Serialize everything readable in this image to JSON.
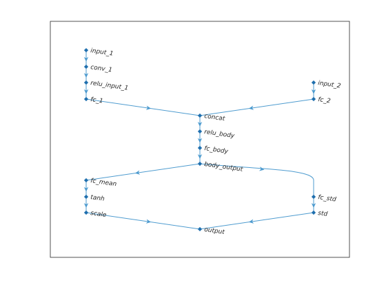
{
  "graph": {
    "nodes": [
      {
        "id": "input_1",
        "label": "input_1"
      },
      {
        "id": "conv_1",
        "label": "conv_1"
      },
      {
        "id": "relu_input_1",
        "label": "relu_input_1"
      },
      {
        "id": "fc_1",
        "label": "fc_1"
      },
      {
        "id": "input_2",
        "label": "input_2"
      },
      {
        "id": "fc_2",
        "label": "fc_2"
      },
      {
        "id": "concat",
        "label": "concat"
      },
      {
        "id": "relu_body",
        "label": "relu_body"
      },
      {
        "id": "fc_body",
        "label": "fc_body"
      },
      {
        "id": "body_output",
        "label": "body_output"
      },
      {
        "id": "fc_mean",
        "label": "fc_mean"
      },
      {
        "id": "tanh",
        "label": "tanh"
      },
      {
        "id": "scale",
        "label": "scale"
      },
      {
        "id": "fc_std",
        "label": "fc_std"
      },
      {
        "id": "std",
        "label": "std"
      },
      {
        "id": "output",
        "label": "output"
      }
    ],
    "edges": [
      {
        "from": "input_1",
        "to": "conv_1"
      },
      {
        "from": "conv_1",
        "to": "relu_input_1"
      },
      {
        "from": "relu_input_1",
        "to": "fc_1"
      },
      {
        "from": "input_2",
        "to": "fc_2"
      },
      {
        "from": "fc_1",
        "to": "concat"
      },
      {
        "from": "fc_2",
        "to": "concat"
      },
      {
        "from": "concat",
        "to": "relu_body"
      },
      {
        "from": "relu_body",
        "to": "fc_body"
      },
      {
        "from": "fc_body",
        "to": "body_output"
      },
      {
        "from": "body_output",
        "to": "fc_mean"
      },
      {
        "from": "body_output",
        "to": "fc_std"
      },
      {
        "from": "fc_mean",
        "to": "tanh"
      },
      {
        "from": "tanh",
        "to": "scale"
      },
      {
        "from": "fc_std",
        "to": "std"
      },
      {
        "from": "scale",
        "to": "output"
      },
      {
        "from": "std",
        "to": "output"
      }
    ]
  },
  "colors": {
    "edge": "#4d9bcf",
    "node": "#1f6fae",
    "frame": "#262626",
    "text": "#262626"
  }
}
